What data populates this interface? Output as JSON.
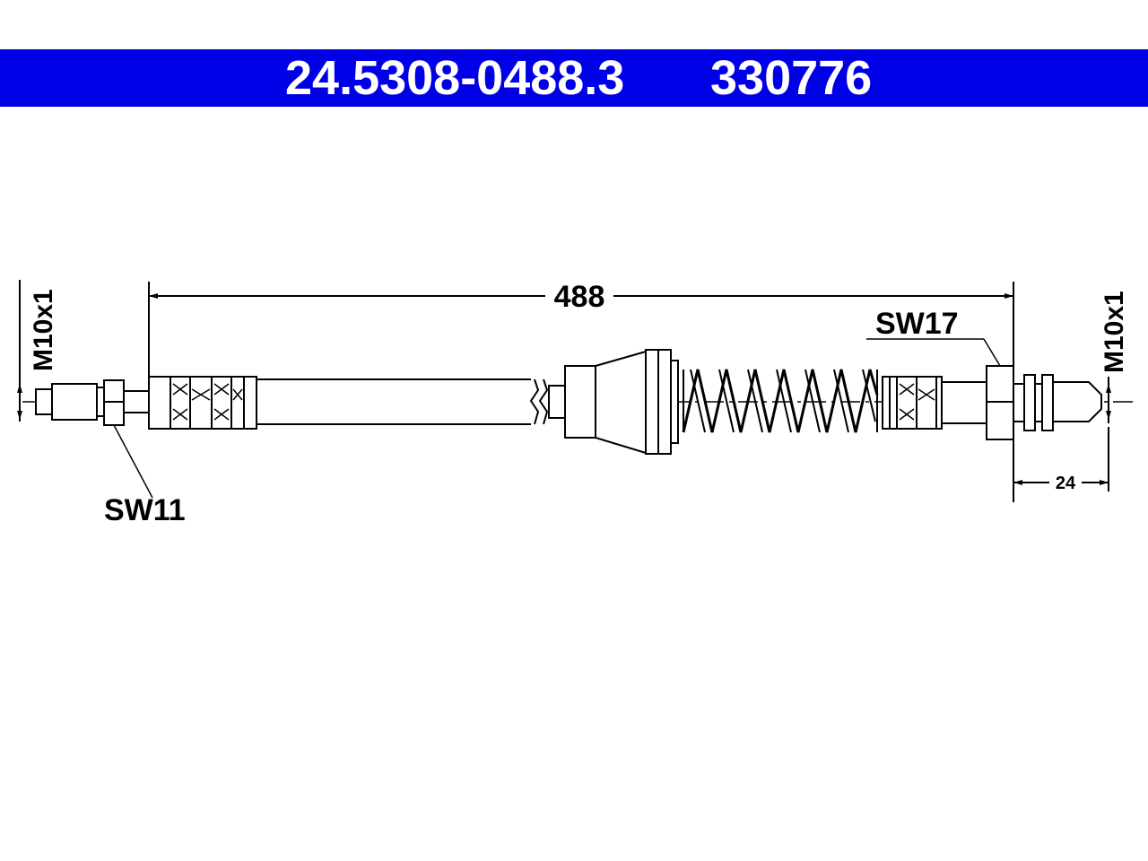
{
  "header": {
    "part_number": "24.5308-0488.3",
    "reference_number": "330776",
    "background_color": "#0000e6",
    "text_color": "#ffffff"
  },
  "drawing": {
    "overall_length": "488",
    "left_thread": "M10x1",
    "right_thread": "M10x1",
    "left_wrench": "SW11",
    "right_wrench": "SW17",
    "right_end_length": "24"
  }
}
